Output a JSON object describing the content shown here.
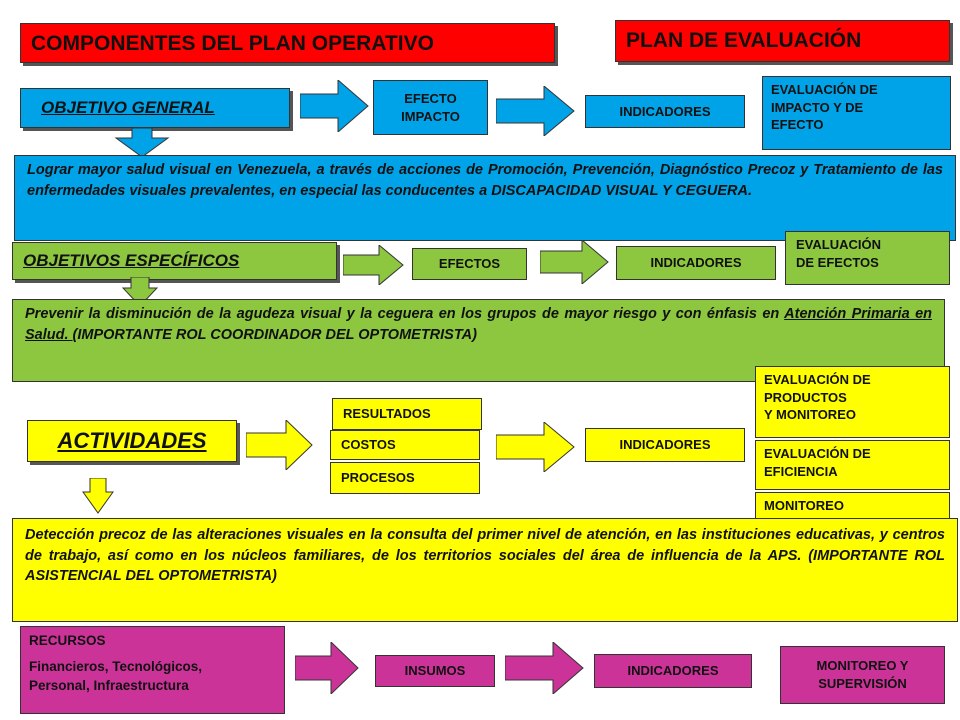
{
  "headers": {
    "left_title": "COMPONENTES DEL PLAN OPERATIVO",
    "right_title": "PLAN DE EVALUACIÓN"
  },
  "row1": {
    "label": "OBJETIVO GENERAL",
    "effect_line1": "EFECTO",
    "effect_line2": "IMPACTO",
    "indicators": "INDICADORES",
    "eval_line1": "EVALUACIÓN DE",
    "eval_line2": "IMPACTO Y DE",
    "eval_line3": "EFECTO",
    "description": "Lograr mayor salud visual en Venezuela, a través de acciones de Promoción, Prevención, Diagnóstico Precoz y Tratamiento de las enfermedades visuales prevalentes, en especial las conducentes a DISCAPACIDAD VISUAL Y CEGUERA."
  },
  "row2": {
    "label": "OBJETIVOS ESPECÍFICOS",
    "effects": "EFECTOS",
    "indicators": "INDICADORES",
    "eval_line1": "EVALUACIÓN",
    "eval_line2": "DE EFECTOS",
    "desc_part1": "Prevenir la disminución de la agudeza visual y la ceguera en los grupos de mayor riesgo y con énfasis en ",
    "desc_underlined": "Atención Primaria en Salud.  ",
    "desc_part2": " (IMPORTANTE ROL COORDINADOR DEL OPTOMETRISTA)"
  },
  "row3": {
    "label": "ACTIVIDADES",
    "results": "RESULTADOS",
    "costs": "COSTOS",
    "processes": "PROCESOS",
    "indicators": "INDICADORES",
    "eval1_line1": "EVALUACIÓN DE",
    "eval1_line2": "PRODUCTOS",
    "eval1_line3": "Y MONITOREO",
    "eval2_line1": "EVALUACIÓN DE",
    "eval2_line2": "EFICIENCIA",
    "monitoring": "MONITOREO",
    "description": "Detección precoz de las alteraciones visuales en la consulta del primer nivel de atención, en las instituciones educativas, y centros de trabajo, así como en los núcleos familiares, de los territorios sociales del área de influencia de la APS.   (IMPORTANTE ROL ASISTENCIAL DEL OPTOMETRISTA)"
  },
  "row4": {
    "label_line1": "RECURSOS",
    "label_line2": "Financieros, Tecnológicos,",
    "label_line3": "Personal, Infraestructura",
    "inputs": "INSUMOS",
    "indicators": "INDICADORES",
    "eval_line1": "MONITOREO  Y",
    "eval_line2": "SUPERVISIÓN"
  },
  "colors": {
    "red": "#ff0000",
    "blue": "#00a3e8",
    "green": "#8dc63f",
    "yellow": "#ffff00",
    "magenta": "#cc3399"
  }
}
